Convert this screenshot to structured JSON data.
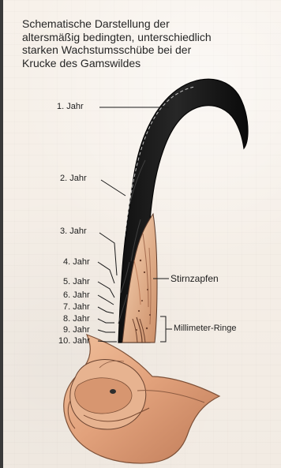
{
  "caption": {
    "line1": "Schematische Darstellung der",
    "line2": "altersmäßig bedingten, unterschiedlich",
    "line3": "starken Wachstumsschübe bei der",
    "line4": "Krucke des Gamswildes"
  },
  "labels": {
    "year1": "1. Jahr",
    "year2": "2. Jahr",
    "year3": "3. Jahr",
    "year4": "4. Jahr",
    "year5": "5. Jahr",
    "year6": "6. Jahr",
    "year7": "7. Jahr",
    "year8": "8. Jahr",
    "year9": "9. Jahr",
    "year10": "10. Jahr",
    "stirnzapfen": "Stirnzapfen",
    "millimeter_ringe": "Millimeter-Ringe"
  },
  "colors": {
    "background": "#f3ece3",
    "horn": "#151515",
    "bone": "#e6b08b",
    "bone_shadow": "#a76d4e",
    "line": "#1a1a1a"
  }
}
